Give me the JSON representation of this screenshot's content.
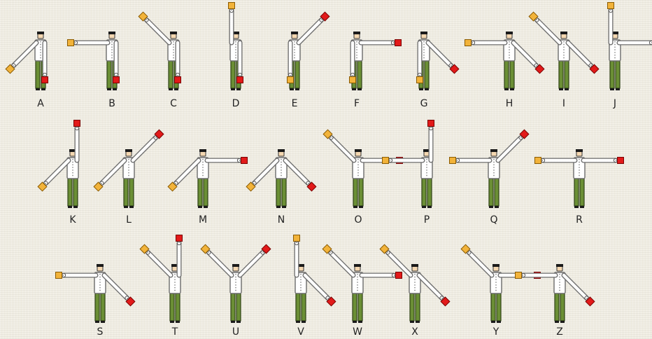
{
  "signals": [
    {
      "letter": "A",
      "right_arm": 135,
      "left_arm": 180
    },
    {
      "letter": "B",
      "right_arm": 90,
      "left_arm": 180
    },
    {
      "letter": "C",
      "right_arm": 45,
      "left_arm": 180
    },
    {
      "letter": "D",
      "right_arm": 0,
      "left_arm": 180
    },
    {
      "letter": "E",
      "right_arm": 180,
      "left_arm": 45
    },
    {
      "letter": "F",
      "right_arm": 180,
      "left_arm": 90
    },
    {
      "letter": "G",
      "right_arm": 180,
      "left_arm": 135
    },
    {
      "letter": "H",
      "right_arm": 90,
      "left_arm": 135
    },
    {
      "letter": "I",
      "right_arm": 45,
      "left_arm": 135
    },
    {
      "letter": "J",
      "right_arm": 0,
      "left_arm": 90
    },
    {
      "letter": "K",
      "right_arm": 135,
      "left_arm": 0
    },
    {
      "letter": "L",
      "right_arm": 135,
      "left_arm": 45
    },
    {
      "letter": "M",
      "right_arm": 135,
      "left_arm": 90
    },
    {
      "letter": "N",
      "right_arm": 135,
      "left_arm": 135
    },
    {
      "letter": "O",
      "right_arm": 45,
      "left_arm": 90
    },
    {
      "letter": "P",
      "right_arm": 90,
      "left_arm": 0
    },
    {
      "letter": "Q",
      "right_arm": 90,
      "left_arm": 45
    },
    {
      "letter": "R",
      "right_arm": 90,
      "left_arm": 90
    },
    {
      "letter": "S",
      "right_arm": 90,
      "left_arm": 135
    },
    {
      "letter": "T",
      "right_arm": 45,
      "left_arm": 0
    },
    {
      "letter": "U",
      "right_arm": 45,
      "left_arm": 45
    },
    {
      "letter": "V",
      "right_arm": 0,
      "left_arm": 135
    },
    {
      "letter": "W",
      "right_arm": 45,
      "left_arm": 90
    },
    {
      "letter": "X",
      "right_arm": 45,
      "left_arm": 135
    },
    {
      "letter": "Y",
      "right_arm": 45,
      "left_arm": 90
    },
    {
      "letter": "Z",
      "right_arm": 90,
      "left_arm": 135
    }
  ],
  "colors": {
    "flag_red": "#e21a1a",
    "flag_yellow": "#f2b33a",
    "trousers": "#6b8f35",
    "shirt": "#ffffff",
    "background": "#f0ede3"
  },
  "icons": {
    "figure": "semaphore-signaller-icon",
    "flag_red": "red-flag-icon",
    "flag_yellow": "yellow-flag-icon"
  }
}
